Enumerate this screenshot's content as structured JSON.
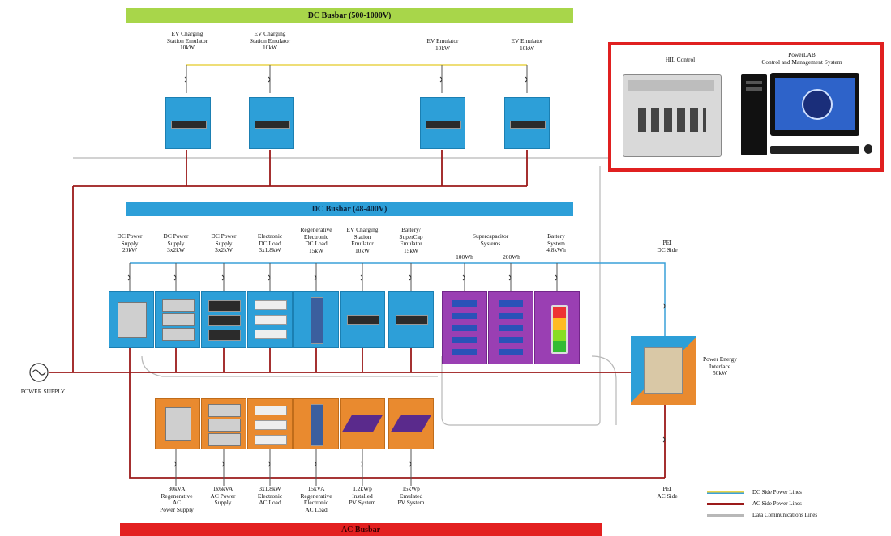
{
  "buses": {
    "dc_top": "DC Busbar  (500-1000V)",
    "dc_mid": "DC Busbar  (48-400V)",
    "ac_bottom": "AC Busbar"
  },
  "ev_top": [
    {
      "label": "EV Charging\nStation Emulator\n10kW"
    },
    {
      "label": "EV Charging\nStation Emulator\n10kW"
    },
    {
      "label": "EV Emulator\n10kW"
    },
    {
      "label": "EV Emulator\n10kW"
    }
  ],
  "control": {
    "hil_label": "HIL Control",
    "powerlab_label": "PowerLAB\nControl and Management System"
  },
  "dc_devices": [
    {
      "label": "DC Power\nSupply\n20kW"
    },
    {
      "label": "DC Power\nSupply\n3x2kW"
    },
    {
      "label": "DC Power\nSupply\n3x2kW"
    },
    {
      "label": "Electronic\nDC Load\n3x1.8kW"
    },
    {
      "label": "Regenerative\nElectronic\nDC Load\n15kW"
    },
    {
      "label": "EV Charging\nStation\nEmulator\n10kW"
    },
    {
      "label": "Battery/\nSuperCap\nEmulator\n15kW"
    },
    {
      "label": "Supercapacitor\nSystems"
    },
    {
      "label": "Battery\nSystem\n4.8kWh"
    }
  ],
  "supercap_sub": [
    "100Wh",
    "200Wh"
  ],
  "pei_dc": "PEI\nDC Side",
  "pei_ac": "PEI\nAC Side",
  "power_supply": "POWER SUPPLY",
  "pei_box": "Power Energy\nInterface\n50kW",
  "ac_devices": [
    {
      "label": "30kVA\nRegenerative\nAC\nPower Supply"
    },
    {
      "label": "1x6kVA\nAC Power\nSupply"
    },
    {
      "label": "3x1.8kW\nElectronic\nAC Load"
    },
    {
      "label": "15kVA\nRegenerative\nElectronic\nAC Load"
    },
    {
      "label": "1.2kWp\nInstalled\nPV System"
    },
    {
      "label": "15kWp\nEmulated\nPV System"
    }
  ],
  "legend": [
    {
      "label": "DC Side Power Lines",
      "color": "#e9d44a"
    },
    {
      "label": "AC Side Power Lines",
      "color": "#9b1a1a"
    },
    {
      "label": "Data Communications Lines",
      "color": "#b8b8b8"
    }
  ],
  "colors": {
    "dc_top_bar": "#a8d64a",
    "dc_mid_bar": "#2d9fd8",
    "ac_bar": "#e32020",
    "control_frame": "#e02020",
    "dc_line": "#e9d44a",
    "dc_mid_line": "#3aa0d8",
    "ac_line": "#9b1a1a",
    "data_line": "#b8b8b8"
  }
}
